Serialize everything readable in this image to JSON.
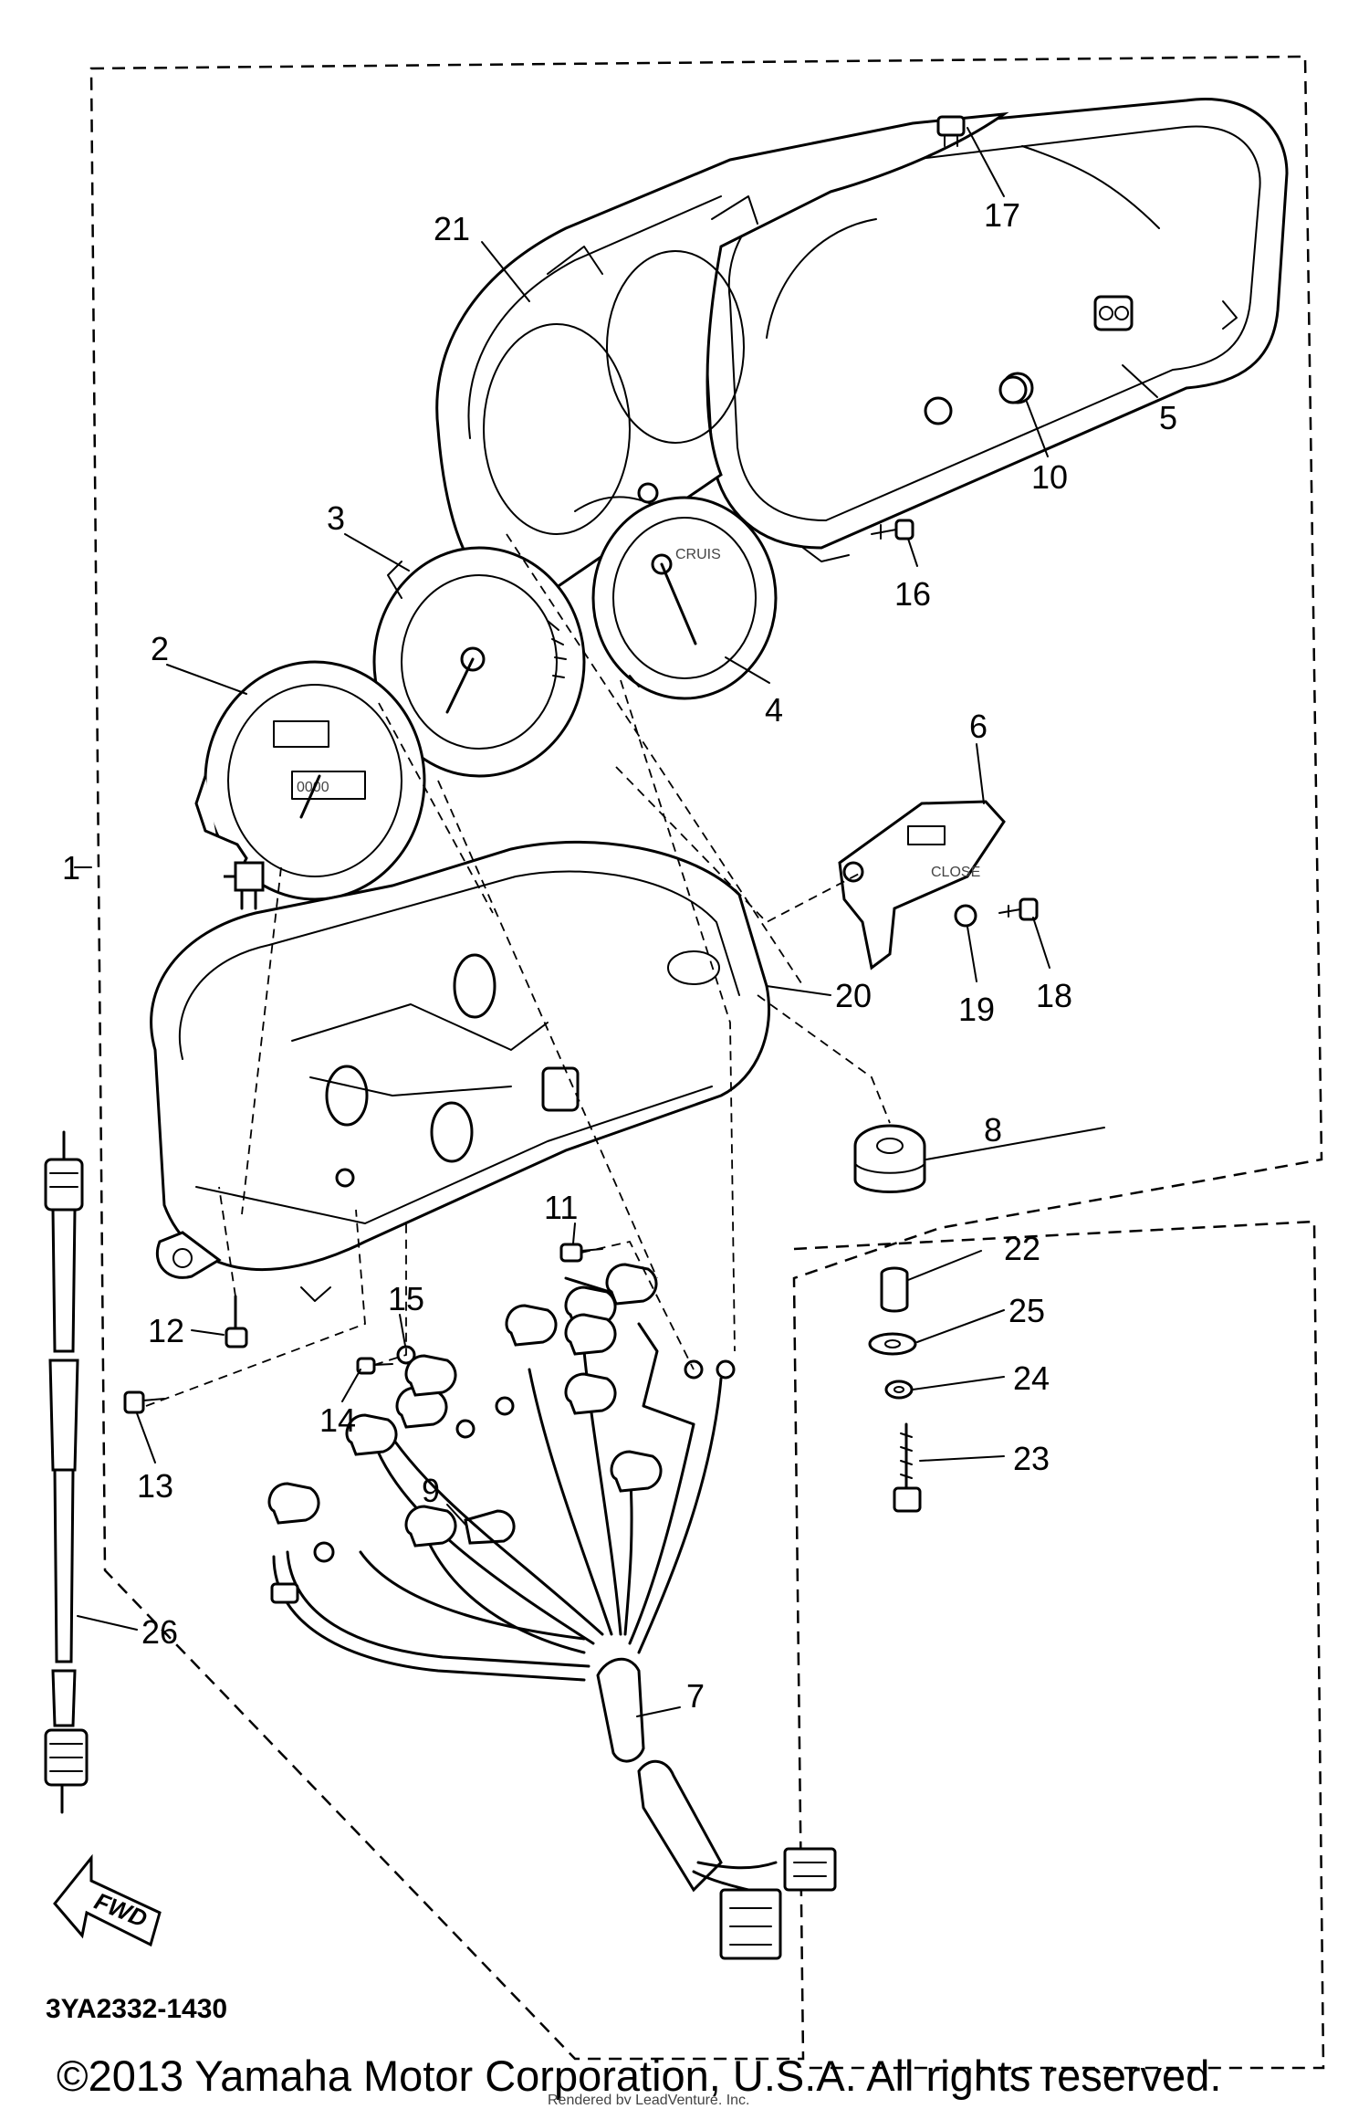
{
  "diagram": {
    "part_code": "3YA2332-1430",
    "direction_tag": "FWD",
    "copyright": "©2013 Yamaha Motor Corporation, U.S.A. All rights reserved.",
    "watermark_line": "Rendered by LeadVenture, Inc.",
    "callouts": [
      "1",
      "2",
      "3",
      "4",
      "5",
      "6",
      "7",
      "8",
      "9",
      "10",
      "11",
      "12",
      "13",
      "14",
      "15",
      "16",
      "17",
      "18",
      "19",
      "20",
      "21",
      "22",
      "23",
      "24",
      "25",
      "26"
    ]
  }
}
